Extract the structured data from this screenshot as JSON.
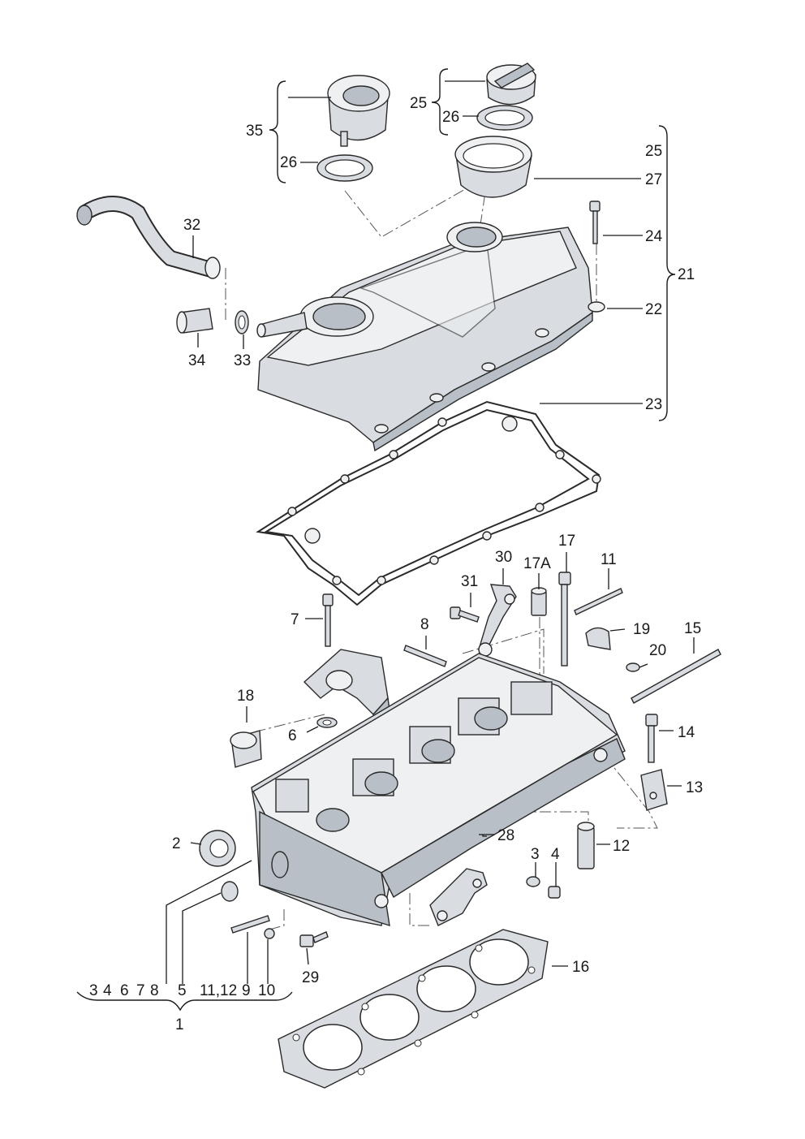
{
  "labels": {
    "l1": "1",
    "l2": "2",
    "l3a": "3",
    "l3b": "3",
    "l4a": "4",
    "l4b": "4",
    "l5": "5",
    "l6a": "6",
    "l6b": "6",
    "l7a": "7",
    "l7b": "7",
    "l8a": "8",
    "l8b": "8",
    "l9": "9",
    "l10": "10",
    "l11a": "11",
    "l11b": "11,12",
    "l12": "12",
    "l13": "13",
    "l14": "14",
    "l15": "15",
    "l16": "16",
    "l17": "17",
    "l17a": "17A",
    "l18": "18",
    "l19": "19",
    "l20": "20",
    "l21": "21",
    "l22": "22",
    "l23": "23",
    "l24": "24",
    "l25a": "25",
    "l25b": "25",
    "l26a": "26",
    "l26b": "26",
    "l27": "27",
    "l28": "28",
    "l29": "29",
    "l30": "30",
    "l31": "31",
    "l32": "32",
    "l33": "33",
    "l34": "34",
    "l35": "35"
  }
}
